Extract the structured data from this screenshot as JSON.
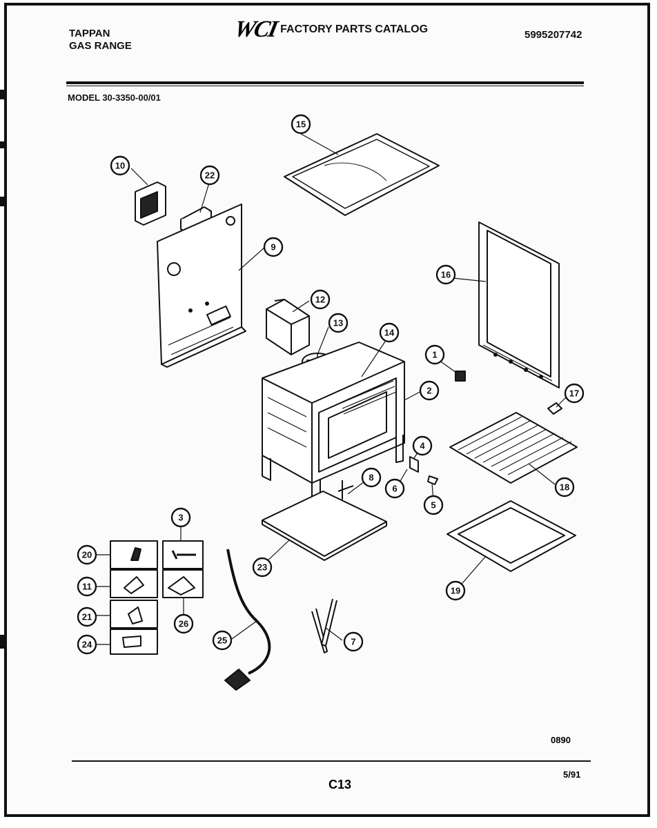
{
  "header": {
    "brand_line1": "TAPPAN",
    "brand_line2": "GAS RANGE",
    "logo": "WCI",
    "catalog_title": "FACTORY PARTS CATALOG",
    "part_number": "5995207742"
  },
  "model": "MODEL 30-3350-00/01",
  "callouts": [
    "1",
    "2",
    "3",
    "4",
    "5",
    "6",
    "7",
    "8",
    "9",
    "10",
    "11",
    "12",
    "13",
    "14",
    "15",
    "16",
    "17",
    "18",
    "19",
    "20",
    "21",
    "22",
    "23",
    "24",
    "25",
    "26"
  ],
  "footer": {
    "code": "0890",
    "page": "C13",
    "date": "5/91"
  }
}
